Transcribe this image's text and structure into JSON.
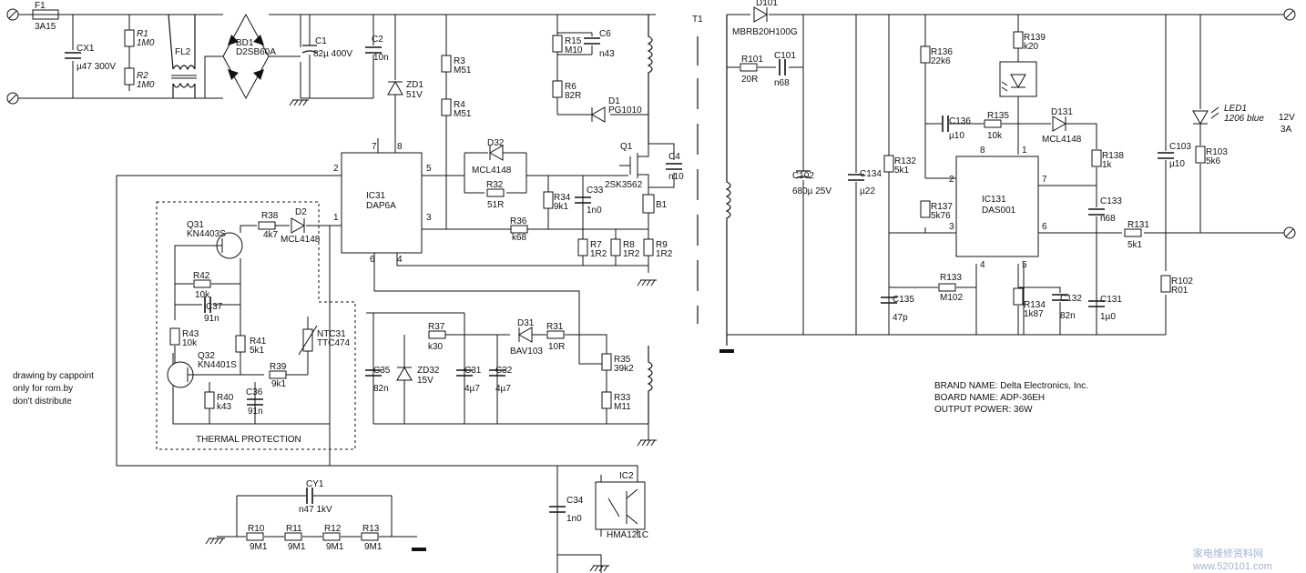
{
  "title_transformer": "T1",
  "components": {
    "F1": {
      "ref": "F1",
      "value": "3A15"
    },
    "CX1": {
      "ref": "CX1",
      "value": "µ47 300V"
    },
    "R1": {
      "ref": "R1",
      "value": "1M0"
    },
    "R2": {
      "ref": "R2",
      "value": "1M0"
    },
    "FL2": {
      "ref": "FL2"
    },
    "BD1": {
      "ref": "BD1",
      "value": "D2SB60A"
    },
    "C1": {
      "ref": "C1",
      "value": "82µ 400V"
    },
    "C2": {
      "ref": "C2",
      "value": "10n"
    },
    "ZD1": {
      "ref": "ZD1",
      "value": "51V"
    },
    "R3": {
      "ref": "R3",
      "value": "M51"
    },
    "R4": {
      "ref": "R4",
      "value": "M51"
    },
    "R15": {
      "ref": "R15",
      "value": "M10"
    },
    "C6": {
      "ref": "C6",
      "value": "n43"
    },
    "R6": {
      "ref": "R6",
      "value": "82R"
    },
    "D1": {
      "ref": "D1",
      "value": "PG1010"
    },
    "Q1": {
      "ref": "Q1",
      "value": "2SK3562"
    },
    "C4": {
      "ref": "C4",
      "value": "n10"
    },
    "B1": {
      "ref": "B1"
    },
    "D32": {
      "ref": "D32",
      "value": "MCL4148"
    },
    "R32": {
      "ref": "R32",
      "value": "51R"
    },
    "R34": {
      "ref": "R34",
      "value": "9k1"
    },
    "C33": {
      "ref": "C33",
      "value": "1n0"
    },
    "R36": {
      "ref": "R36",
      "value": "k68"
    },
    "R7": {
      "ref": "R7",
      "value": "1R2"
    },
    "R8": {
      "ref": "R8",
      "value": "1R2"
    },
    "R9": {
      "ref": "R9",
      "value": "1R2"
    },
    "IC31": {
      "ref": "IC31",
      "value": "DAP6A"
    },
    "Q31": {
      "ref": "Q31",
      "value": "KN4403S"
    },
    "R38": {
      "ref": "R38",
      "value": "4k7"
    },
    "D2": {
      "ref": "D2",
      "value": "MCL4148"
    },
    "R42": {
      "ref": "R42",
      "value": "10k"
    },
    "C37": {
      "ref": "C37",
      "value": "91n"
    },
    "R43": {
      "ref": "R43",
      "value": "10k"
    },
    "R41": {
      "ref": "R41",
      "value": "5k1"
    },
    "NTC31": {
      "ref": "NTC31",
      "value": "TTC474"
    },
    "Q32": {
      "ref": "Q32",
      "value": "KN4401S"
    },
    "R39": {
      "ref": "R39",
      "value": "9k1"
    },
    "R40": {
      "ref": "R40",
      "value": "k43"
    },
    "C36": {
      "ref": "C36",
      "value": "91n"
    },
    "C35": {
      "ref": "C35",
      "value": "82n"
    },
    "ZD32": {
      "ref": "ZD32",
      "value": "15V"
    },
    "R37": {
      "ref": "R37",
      "value": "k30"
    },
    "C31": {
      "ref": "C31",
      "value": "4µ7"
    },
    "C32": {
      "ref": "C32",
      "value": "4µ7"
    },
    "D31": {
      "ref": "D31",
      "value": "BAV103"
    },
    "R31": {
      "ref": "R31",
      "value": "10R"
    },
    "R35": {
      "ref": "R35",
      "value": "39k2"
    },
    "R33": {
      "ref": "R33",
      "value": "M11"
    },
    "CY1": {
      "ref": "CY1",
      "value": "n47 1kV"
    },
    "R10": {
      "ref": "R10",
      "value": "9M1"
    },
    "R11": {
      "ref": "R11",
      "value": "9M1"
    },
    "R12": {
      "ref": "R12",
      "value": "9M1"
    },
    "R13": {
      "ref": "R13",
      "value": "9M1"
    },
    "C34": {
      "ref": "C34",
      "value": "1n0"
    },
    "IC2": {
      "ref": "IC2",
      "value": "HMA121C"
    },
    "D101": {
      "ref": "D101",
      "value": "MBRB20H100G"
    },
    "R101": {
      "ref": "R101",
      "value": "20R"
    },
    "C101": {
      "ref": "C101",
      "value": "n68"
    },
    "C102": {
      "ref": "C102",
      "value": "680µ 25V"
    },
    "C134": {
      "ref": "C134",
      "value": "µ22"
    },
    "R136": {
      "ref": "R136",
      "value": "22k6"
    },
    "R132": {
      "ref": "R132",
      "value": "5k1"
    },
    "R137": {
      "ref": "R137",
      "value": "5k76"
    },
    "C135": {
      "ref": "C135",
      "value": "47p"
    },
    "R133": {
      "ref": "R133",
      "value": "M102"
    },
    "C136": {
      "ref": "C136",
      "value": "µ10"
    },
    "R135": {
      "ref": "R135",
      "value": "10k"
    },
    "R139": {
      "ref": "R139",
      "value": "k20"
    },
    "D131": {
      "ref": "D131",
      "value": "MCL4148"
    },
    "R138": {
      "ref": "R138",
      "value": "1k"
    },
    "C133": {
      "ref": "C133",
      "value": "n68"
    },
    "IC131": {
      "ref": "IC131",
      "value": "DAS001"
    },
    "R134": {
      "ref": "R134",
      "value": "1k87"
    },
    "C132": {
      "ref": "C132",
      "value": "82n"
    },
    "C131": {
      "ref": "C131",
      "value": "1µ0"
    },
    "R131": {
      "ref": "R131",
      "value": "5k1"
    },
    "C103": {
      "ref": "C103",
      "value": "µ10"
    },
    "LED1": {
      "ref": "LED1",
      "value": "1206 blue"
    },
    "R103": {
      "ref": "R103",
      "value": "5k6"
    },
    "R102": {
      "ref": "R102",
      "value": "R01"
    }
  },
  "pins": {
    "ic31": [
      "7",
      "8",
      "2",
      "5",
      "1",
      "3",
      "6",
      "4"
    ],
    "ic131": [
      "8",
      "1",
      "2",
      "7",
      "3",
      "6",
      "4",
      "5"
    ]
  },
  "output": {
    "voltage": "12V",
    "current": "3A"
  },
  "thermal_label": "THERMAL PROTECTION",
  "credit": [
    "drawing by cappoint",
    "only for rom.by",
    "don't distribute"
  ],
  "info": {
    "brand": "BRAND NAME: Delta Electronics, Inc.",
    "board": "BOARD NAME: ADP-36EH",
    "power": "OUTPUT POWER: 36W"
  },
  "watermark": {
    "cn": "家电维修资料网",
    "url": "www.520101.com"
  }
}
